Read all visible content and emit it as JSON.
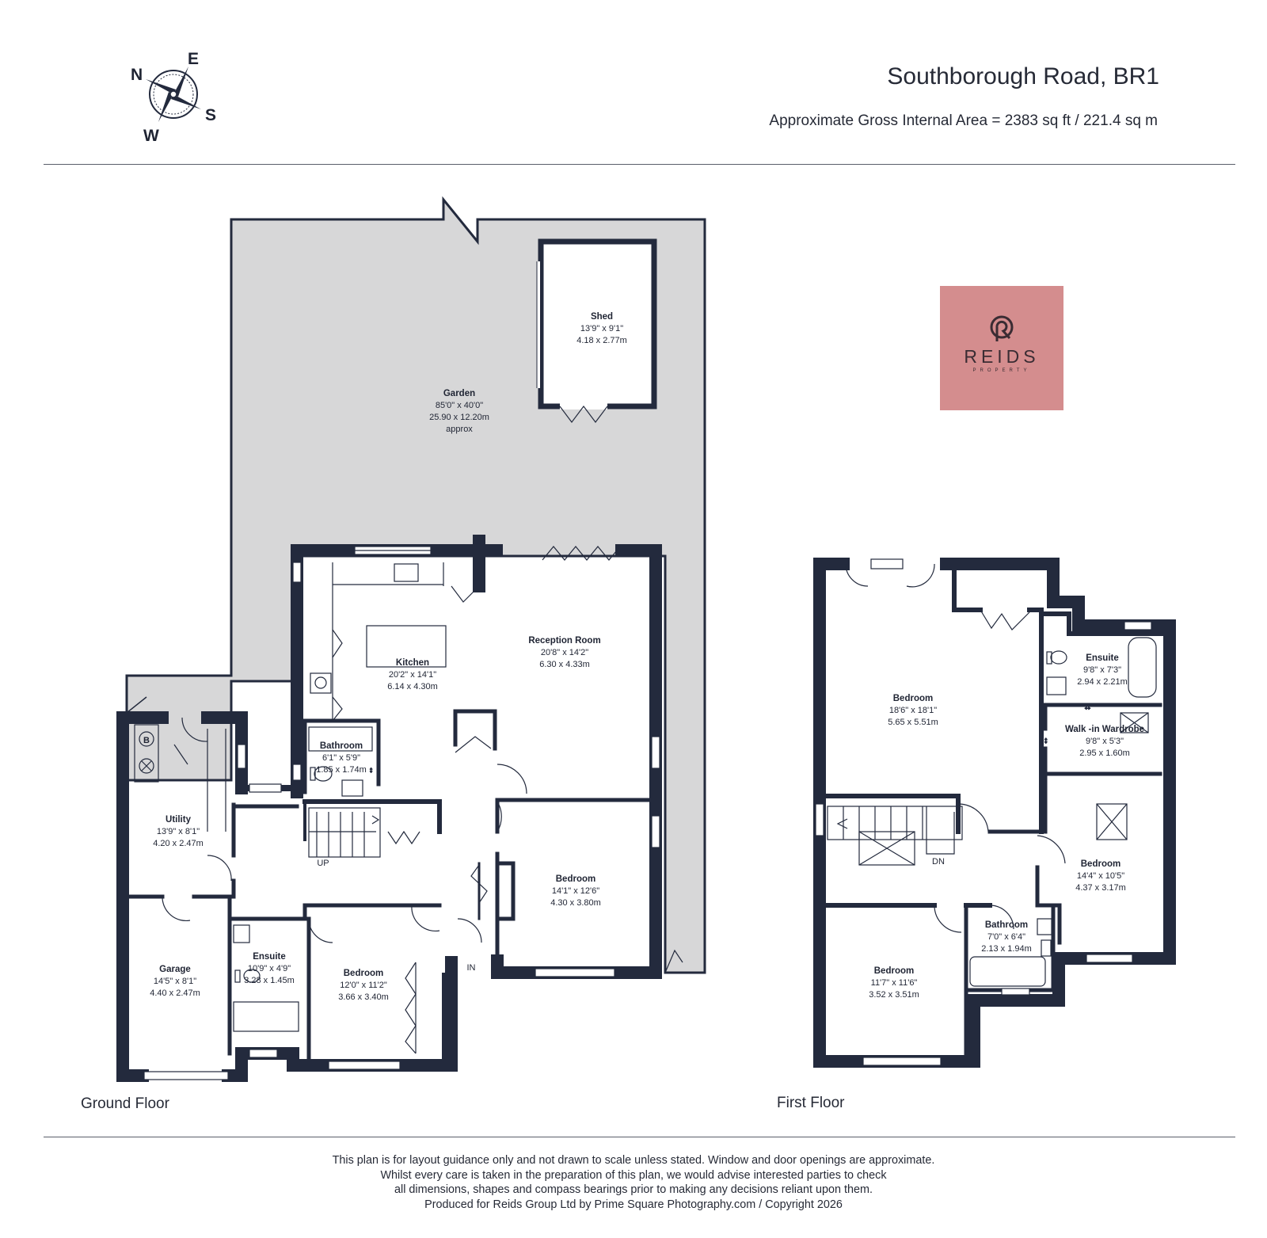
{
  "header": {
    "title": "Southborough Road, BR1",
    "gross_area": "Approximate Gross Internal Area = 2383 sq ft / 221.4 sq m"
  },
  "compass": {
    "north": "N",
    "east": "E",
    "south": "S",
    "west": "W"
  },
  "logo": {
    "brand": "REIDS",
    "subtitle": "PROPERTY",
    "color": "#d48d8e"
  },
  "colors": {
    "wall": "#232a3d",
    "garden": "#d7d7d8"
  },
  "floors": {
    "ground_label": "Ground Floor",
    "first_label": "First Floor"
  },
  "ground_rooms": {
    "garden": {
      "name": "Garden",
      "imperial": "85'0\" x 40'0\"",
      "metric": "25.90 x 12.20m",
      "note": "approx"
    },
    "shed": {
      "name": "Shed",
      "imperial": "13'9\" x 9'1\"",
      "metric": "4.18 x 2.77m"
    },
    "kitchen": {
      "name": "Kitchen",
      "imperial": "20'2\" x 14'1\"",
      "metric": "6.14 x 4.30m"
    },
    "reception": {
      "name": "Reception Room",
      "imperial": "20'8\" x 14'2\"",
      "metric": "6.30 x 4.33m"
    },
    "bathroom": {
      "name": "Bathroom",
      "imperial": "6'1\" x 5'9\"",
      "metric": "1.85 x 1.74m"
    },
    "utility": {
      "name": "Utility",
      "imperial": "13'9\" x 8'1\"",
      "metric": "4.20 x 2.47m"
    },
    "bedroom_front": {
      "name": "Bedroom",
      "imperial": "14'1\" x 12'6\"",
      "metric": "4.30 x 3.80m"
    },
    "garage": {
      "name": "Garage",
      "imperial": "14'5\" x 8'1\"",
      "metric": "4.40 x 2.47m"
    },
    "ensuite": {
      "name": "Ensuite",
      "imperial": "10'9\" x 4'9\"",
      "metric": "3.28 x 1.45m"
    },
    "bedroom_rear": {
      "name": "Bedroom",
      "imperial": "12'0\" x 11'2\"",
      "metric": "3.66 x 3.40m"
    },
    "up": "UP",
    "in": "IN",
    "boiler": "B"
  },
  "first_rooms": {
    "bedroom_main": {
      "name": "Bedroom",
      "imperial": "18'6\" x 18'1\"",
      "metric": "5.65 x 5.51m"
    },
    "ensuite": {
      "name": "Ensuite",
      "imperial": "9'8\" x 7'3\"",
      "metric": "2.94 x 2.21m"
    },
    "wardrobe": {
      "name": "Walk -in Wardrobe",
      "imperial": "9'8\" x 5'3\"",
      "metric": "2.95 x 1.60m"
    },
    "bedroom_right": {
      "name": "Bedroom",
      "imperial": "14'4\" x 10'5\"",
      "metric": "4.37 x 3.17m"
    },
    "bathroom": {
      "name": "Bathroom",
      "imperial": "7'0\" x 6'4\"",
      "metric": "2.13 x 1.94m"
    },
    "bedroom_lower": {
      "name": "Bedroom",
      "imperial": "11'7\" x 11'6\"",
      "metric": "3.52 x 3.51m"
    },
    "dn": "DN"
  },
  "disclaimer": [
    "This plan is for layout guidance only and not drawn to scale unless stated. Window and door openings are approximate.",
    "Whilst every care is taken in the preparation of this plan, we would advise interested parties to check",
    "all dimensions, shapes and compass bearings prior to making any decisions reliant upon them.",
    "Produced for Reids Group Ltd by Prime Square Photography.com / Copyright 2026"
  ]
}
